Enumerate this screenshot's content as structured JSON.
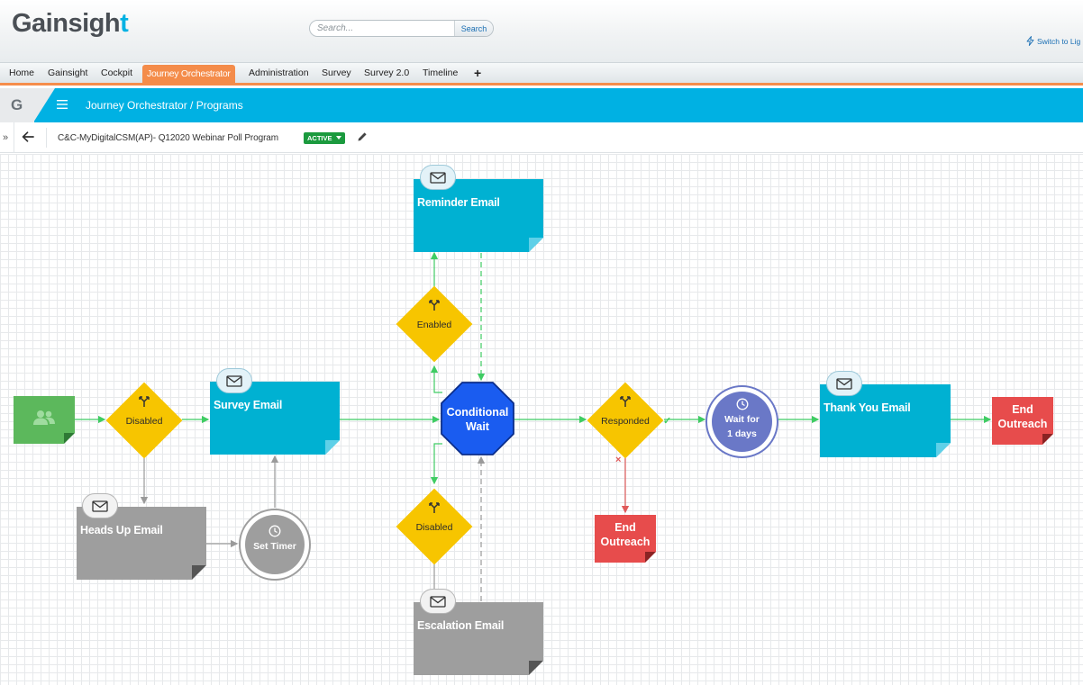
{
  "header": {
    "logo_text": "Gainsigh",
    "logo_accent": "t",
    "search_placeholder": "Search...",
    "search_button": "Search",
    "switch_link": "Switch to Lig"
  },
  "nav": {
    "tabs": [
      "Home",
      "Gainsight",
      "Cockpit",
      "Journey Orchestrator",
      "Administration",
      "Survey",
      "Survey 2.0",
      "Timeline"
    ],
    "active_tab": "Journey Orchestrator",
    "add_label": "+"
  },
  "breadcrumb": {
    "g_letter": "G",
    "text": "Journey Orchestrator / Programs"
  },
  "program": {
    "name": "C&C-MyDigitalCSM(AP)- Q12020 Webinar Poll Program",
    "status": "ACTIVE"
  },
  "canvas": {
    "start_node": {
      "icon": "participants-icon"
    },
    "conditions": {
      "disabled_start": "Disabled",
      "enabled_top": "Enabled",
      "disabled_bottom": "Disabled",
      "responded": "Responded"
    },
    "emails": {
      "survey": "Survey Email",
      "reminder": "Reminder Email",
      "heads_up": "Heads Up Email",
      "escalation": "Escalation Email",
      "thank_you": "Thank You Email"
    },
    "timer": "Set Timer",
    "conditional_wait": {
      "line1": "Conditional",
      "line2": "Wait"
    },
    "wait": {
      "line1": "Wait for",
      "line2": "1 days"
    },
    "end_mid": {
      "line1": "End",
      "line2": "Outreach"
    },
    "end_right": {
      "line1": "End",
      "line2": "Outreach"
    },
    "marks": {
      "check": "✓",
      "cross": "×"
    }
  },
  "colors": {
    "brand_blue": "#00b1e3",
    "active_tab": "#f48c4a",
    "email_teal": "#00b1d2",
    "email_gray": "#9e9e9e",
    "condition_yellow": "#f7c500",
    "end_red": "#e74c4c",
    "start_green": "#5cb85c",
    "conditional_wait_blue": "#1a5cf0",
    "wait_purple": "#6a78c7",
    "status_green": "#1b9a3e"
  }
}
